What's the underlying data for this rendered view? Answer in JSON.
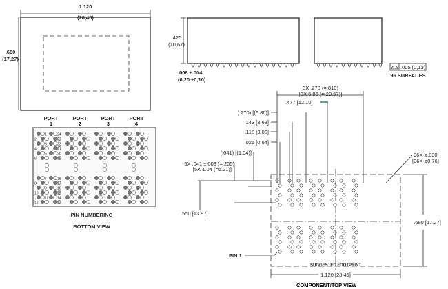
{
  "top_view": {
    "width_in": "1.120",
    "width_mm": "(28,45)",
    "height_in": ".680",
    "height_mm": "(17,27)"
  },
  "side_view": {
    "height_in": ".420",
    "height_mm": "(10,67)",
    "standoff_in": ".008 ±.004",
    "standoff_mm": "(0,20 ±0,10)"
  },
  "end_view": {
    "flatness": ".005 (0,13)",
    "surfaces": "96 SURFACES"
  },
  "pin_numbering": {
    "ports": [
      {
        "label": "PORT",
        "num": "1"
      },
      {
        "label": "PORT",
        "num": "2"
      },
      {
        "label": "PORT",
        "num": "3"
      },
      {
        "label": "PORT",
        "num": "4"
      }
    ],
    "pin_labels": [
      "1",
      "24",
      "2",
      "23",
      "3",
      "22",
      "4",
      "21",
      "5",
      "20",
      "6",
      "19",
      "7",
      "18",
      "8",
      "17",
      "9",
      "16",
      "10",
      "15",
      "11",
      "14",
      "12",
      "13"
    ],
    "title": "PIN NUMBERING",
    "subtitle": "BOTTOM VIEW"
  },
  "footprint": {
    "dims": {
      "pitch": "3X .270 (=.810)",
      "pitch_mm": "[3X 6.86 (=.20.57)]",
      "d477": ".477 [12.10]",
      "d270": "(.270) [(6.86)]",
      "d143": ".143 [3.63]",
      "d118": ".118 [3.00]",
      "d025": ".025 [0.64]",
      "d041": "(.041) [(1.04)]",
      "row_pitch": "5X .041 ±.003 (=.205)",
      "row_pitch_mm": "[5X 1.04 (=5.21)]",
      "d550": ".550 [13.97]",
      "d680": ".680 [17.27]",
      "d1120": "1.120 [28.45]",
      "holes": "96X ø.030",
      "holes_mm": "[96X ø0.76]"
    },
    "pin1": "PIN 1",
    "caption": "SUGGESTED FOOTPRINT",
    "title": "COMPONENT/TOP VIEW"
  }
}
